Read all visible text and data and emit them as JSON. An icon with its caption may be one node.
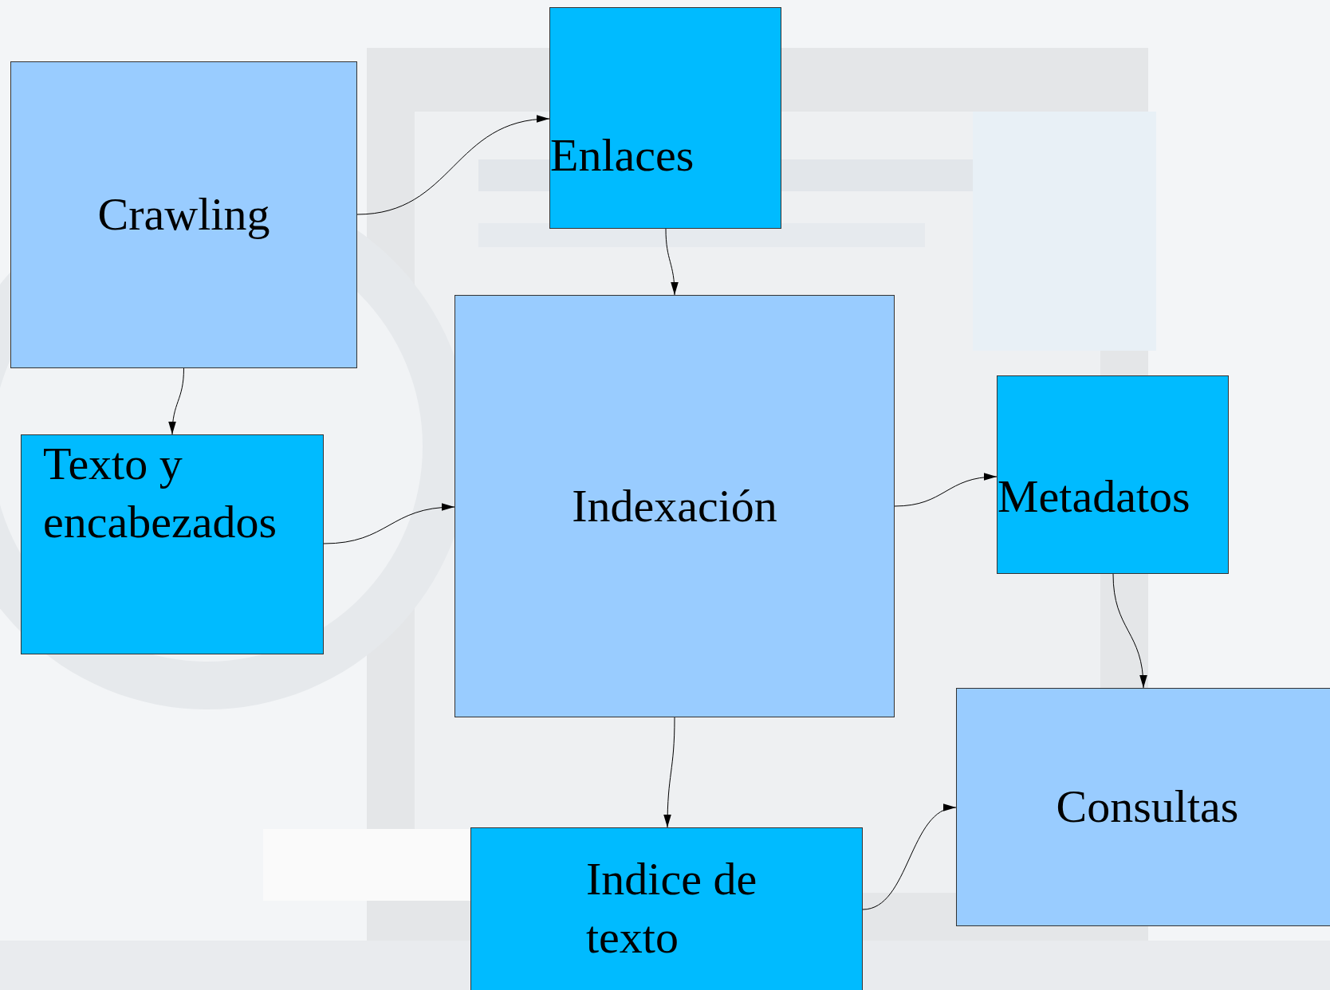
{
  "diagram": {
    "nodes": [
      {
        "text": [
          "Crawling"
        ]
      },
      {
        "text": [
          "Enlaces"
        ]
      },
      {
        "text": [
          "Texto y encabezados"
        ]
      },
      {
        "text": [
          "Indexación"
        ]
      },
      {
        "text": [
          "Metadatos"
        ]
      },
      {
        "text": [
          "Indice de texto"
        ]
      },
      {
        "text": [
          "Consultas"
        ]
      }
    ],
    "edges": [
      {
        "from": 0,
        "to": 1,
        "arrow": "to"
      },
      {
        "from": 0,
        "to": 2,
        "arrow": "to"
      },
      {
        "from": 1,
        "to": 3,
        "arrow": "to"
      },
      {
        "from": 2,
        "to": 3,
        "arrow": "to"
      },
      {
        "from": 3,
        "to": 4,
        "arrow": "to"
      },
      {
        "from": 3,
        "to": 5,
        "arrow": "to"
      },
      {
        "from": 4,
        "to": 6,
        "arrow": "to"
      },
      {
        "from": 5,
        "to": 6,
        "arrow": "to"
      }
    ]
  }
}
